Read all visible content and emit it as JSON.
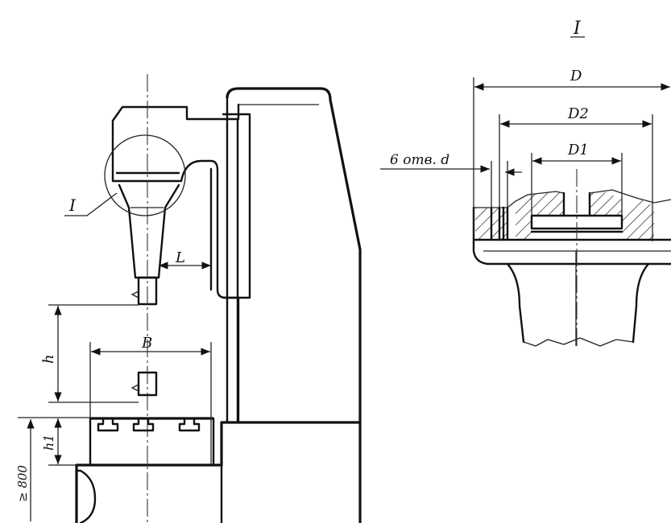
{
  "labels": {
    "detail_title": "I",
    "detail_callout": "I",
    "dim_D": "D",
    "dim_D2": "D2",
    "dim_D1": "D1",
    "holes": "6 отв. d",
    "dim_L": "L",
    "dim_B": "B",
    "dim_h": "h",
    "dim_h1": "h1",
    "dim_floor": "≥ 800"
  }
}
